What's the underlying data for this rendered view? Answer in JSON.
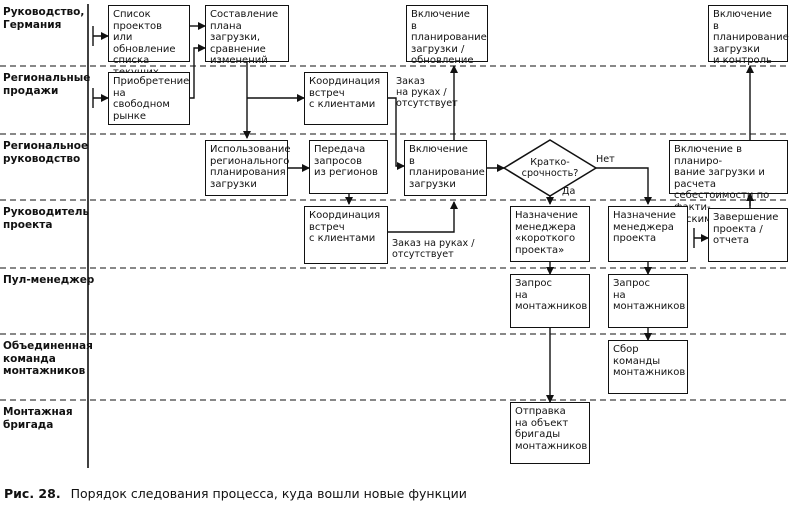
{
  "lanes": [
    "Руководство,\nГермания",
    "Региональные\nпродажи",
    "Региональное\nруководство",
    "Руководитель\nпроекта",
    "Пул-менеджер",
    "Объединенная\nкоманда\nмонтажников",
    "Монтажная\nбригада"
  ],
  "boxes": {
    "current_projects": "Список проектов\nили обновление\nсписка текущих\nклиентов",
    "plan_compose": "Составление\nплана загрузки,\nсравнение\nизменений",
    "plan_include_update": "Включение\nв планирование\nзагрузки /\nобновление",
    "plan_include_control": "Включение\nв планирование\nзагрузки\nи контроль",
    "free_market": "Приобретение\nна свободном\nрынке",
    "coord_meet_sales": "Координация\nвстреч\nс клиентами",
    "use_regional_plan": "Использование\nрегионального\nпланирования\nзагрузки",
    "transfer_requests": "Передача\nзапросов\nиз регионов",
    "plan_include_regional": "Включение\nв планирование\nзагрузки",
    "plan_calc_cost": "Включение в планиро-\nвание загрузки и расчета\nсебестоимости по факти-\nческим затратам",
    "coord_meet_pm": "Координация\nвстреч\nс клиентами",
    "assign_short": "Назначение\nменеджера\n«короткого\nпроекта»",
    "assign_pm": "Назначение\nменеджера\nпроекта",
    "finish_report": "Завершение\nпроекта / отчета",
    "request_fitters_1": "Запрос\nна монтажников",
    "request_fitters_2": "Запрос\nна монтажников",
    "team_gather": "Сбор\nкоманды\nмонтажников",
    "send_brigade": "Отправка\nна объект\nбригады\nмонтажников"
  },
  "decision": {
    "question": "Кратко-\nсрочность?",
    "yes": "Да",
    "no": "Нет"
  },
  "notes": {
    "order_sales": "Заказ\nна руках /\nотсутствует",
    "order_pm": "Заказ на руках /\nотсутствует"
  },
  "caption": {
    "number": "Рис. 28.",
    "text": "Порядок следования процесса, куда вошли новые функции"
  }
}
